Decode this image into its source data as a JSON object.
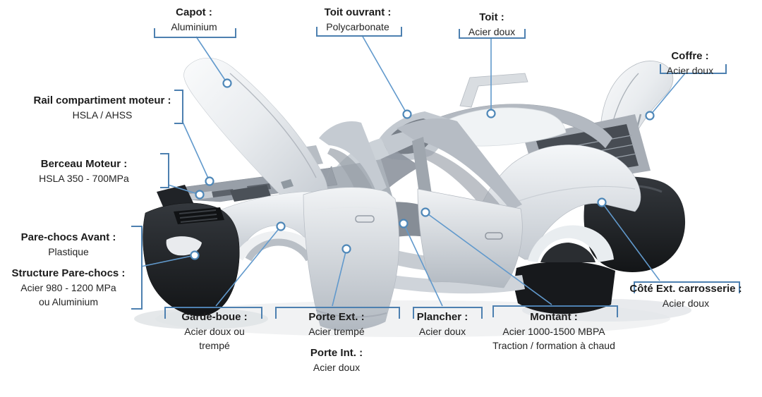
{
  "labels": {
    "capot": {
      "title": "Capot :",
      "value": "Aluminium"
    },
    "toit_ouvrant": {
      "title": "Toit ouvrant :",
      "value": "Polycarbonate"
    },
    "toit": {
      "title": "Toit :",
      "value": "Acier doux"
    },
    "coffre": {
      "title": "Coffre :",
      "value": "Acier doux"
    },
    "rail": {
      "title": "Rail compartiment moteur :",
      "value": "HSLA / AHSS"
    },
    "berceau": {
      "title": "Berceau Moteur :",
      "value": "HSLA 350 - 700MPa"
    },
    "pare_chocs_avant": {
      "title": "Pare-chocs Avant :",
      "value": "Plastique"
    },
    "structure_pare_chocs": {
      "title": "Structure Pare-chocs :",
      "value": "Acier 980 - 1200 MPa",
      "value2": "ou Aluminium"
    },
    "garde_boue": {
      "title": "Garde-boue :",
      "value": "Acier doux ou",
      "value2": "trempé"
    },
    "porte_ext": {
      "title": "Porte Ext. :",
      "value": "Acier trempé"
    },
    "porte_int": {
      "title": "Porte Int. :",
      "value": "Acier doux"
    },
    "plancher": {
      "title": "Plancher :",
      "value": "Acier doux"
    },
    "montant": {
      "title": "Montant :",
      "value": "Acier 1000-1500 MBPA",
      "value2": "Traction / formation à chaud"
    },
    "cote_ext": {
      "title": "Côté Ext. carrosserie :",
      "value": "Acier doux"
    }
  },
  "colors": {
    "callout_line": "#6199cc",
    "bracket": "#4d80b0",
    "text": "#1c1c1c",
    "body_silver": "#d9dee3",
    "bumper_black": "#1a1c1f",
    "background": "#ffffff"
  }
}
